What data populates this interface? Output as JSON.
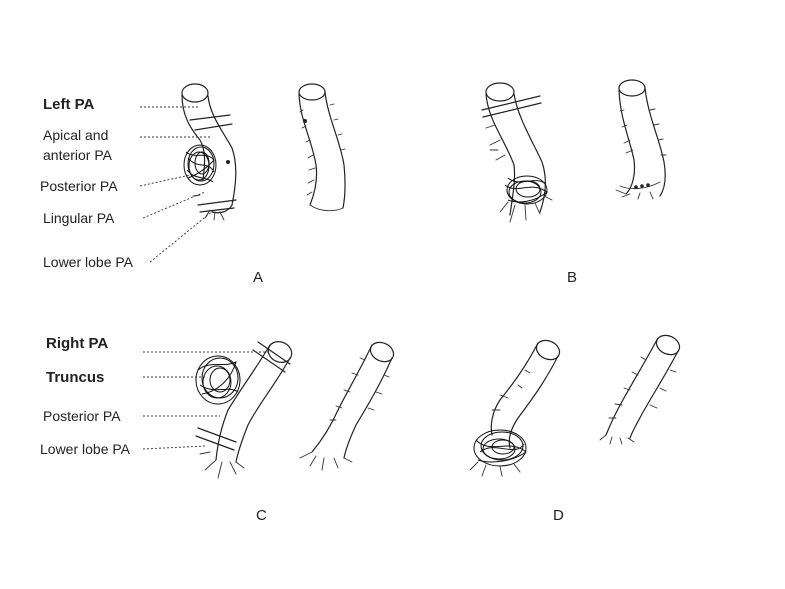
{
  "labels_left_top": {
    "left_pa": "Left PA",
    "apical_anterior_line1": "Apical and",
    "apical_anterior_line2": "anterior PA",
    "posterior_pa": "Posterior PA",
    "lingular_pa": "Lingular PA",
    "lower_lobe_pa": "Lower lobe PA"
  },
  "labels_left_bottom": {
    "right_pa": "Right PA",
    "truncus": "Truncus",
    "posterior_pa": "Posterior PA",
    "lower_lobe_pa": "Lower lobe PA"
  },
  "panels": {
    "a": "A",
    "b": "B",
    "c": "C",
    "d": "D"
  }
}
